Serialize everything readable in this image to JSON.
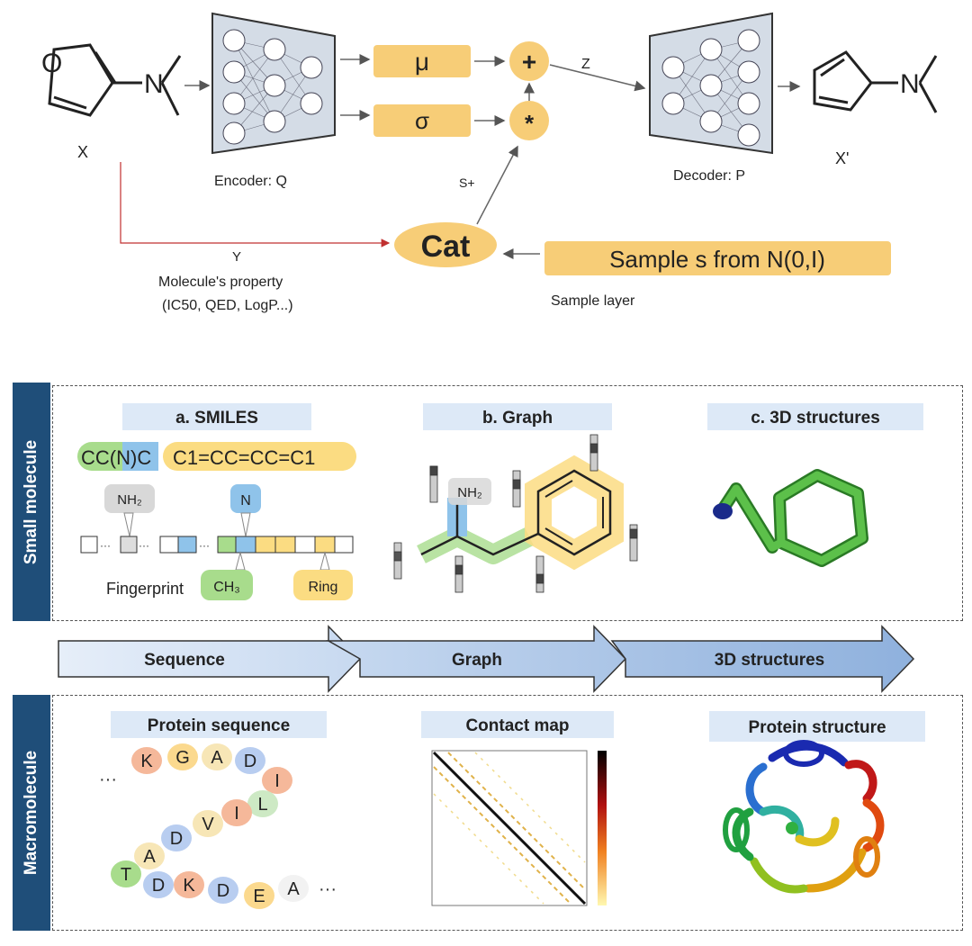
{
  "vae": {
    "x_label": "X",
    "x_prime_label": "X'",
    "encoder_label": "Encoder: Q",
    "decoder_label": "Decoder: P",
    "mu_label": "μ",
    "sigma_label": "σ",
    "plus_label": "+",
    "times_label": "*",
    "z_label": "Z",
    "s_label": "S+",
    "y_label": "Y",
    "property_line1": "Molecule's property",
    "property_line2": "(IC50, QED, LogP...)",
    "cat_label": "Cat",
    "sample_box_label": "Sample s from N(0,I)",
    "sample_layer_label": "Sample layer",
    "atom_o": "O",
    "atom_n": "N"
  },
  "small_molecule": {
    "side_label": "Small molecule",
    "smiles_title": "a. SMILES",
    "smiles_part1": "CC(N)C",
    "smiles_part2": "C1=CC=CC=C1",
    "nh2_label": "NH₂",
    "n_label": "N",
    "fingerprint_label": "Fingerprint",
    "ch3_label": "CH₃",
    "ring_label": "Ring",
    "graph_title": "b. Graph",
    "graph_nh2": "NH₂",
    "structure_title": "c. 3D structures"
  },
  "arrows": {
    "sequence": "Sequence",
    "graph": "Graph",
    "structures": "3D structures"
  },
  "macromolecule": {
    "side_label": "Macromolecule",
    "protein_seq_title": "Protein sequence",
    "contact_map_title": "Contact map",
    "protein_structure_title": "Protein structure",
    "residues": [
      "K",
      "G",
      "A",
      "D",
      "I",
      "L",
      "I",
      "V",
      "D",
      "A",
      "T",
      "D",
      "K",
      "D",
      "E",
      "A"
    ],
    "ellipsis": "···"
  },
  "colors": {
    "accent_orange": "#f7cd77",
    "smiles_green": "#a8dc8c",
    "smiles_blue": "#8fc3ea",
    "smiles_yellow": "#fbdc82",
    "arrow_blue": "#bcd3ee",
    "title_bg": "#dde9f7"
  }
}
